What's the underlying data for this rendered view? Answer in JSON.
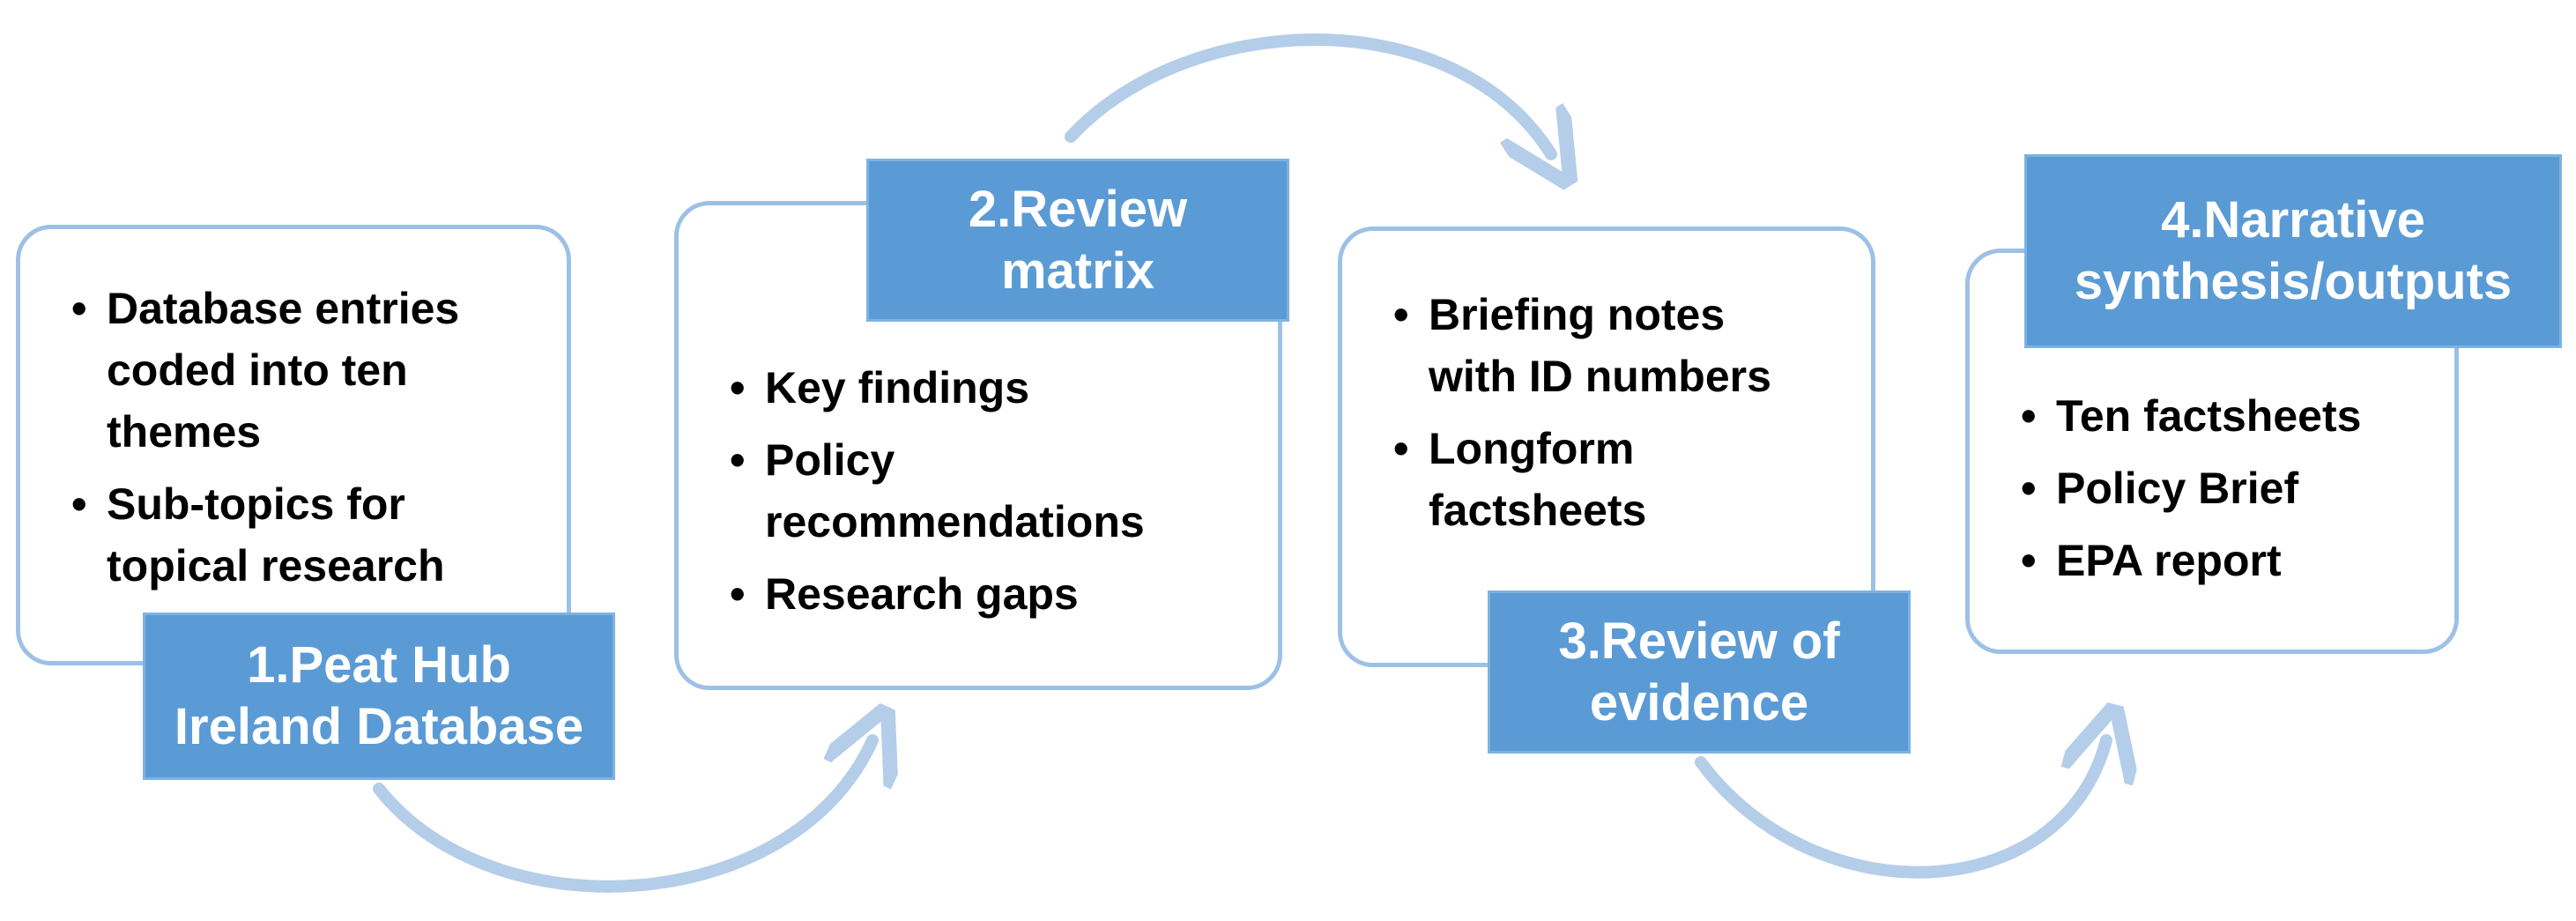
{
  "steps": [
    {
      "label": [
        "1.Peat Hub",
        "Ireland Database"
      ],
      "items": [
        [
          "Database entries",
          "coded into ten",
          "themes"
        ],
        [
          "Sub-topics for",
          "topical research"
        ]
      ]
    },
    {
      "label": [
        "2.Review",
        "matrix"
      ],
      "items": [
        [
          "Key findings"
        ],
        [
          "Policy",
          "recommendations"
        ],
        [
          "Research gaps"
        ]
      ]
    },
    {
      "label": [
        "3.Review of",
        "evidence"
      ],
      "items": [
        [
          "Briefing notes",
          "with ID numbers"
        ],
        [
          "Longform",
          "factsheets"
        ]
      ]
    },
    {
      "label": [
        "4.Narrative",
        "synthesis/outputs"
      ],
      "items": [
        [
          "Ten factsheets"
        ],
        [
          "Policy Brief"
        ],
        [
          "EPA report"
        ]
      ]
    }
  ],
  "colors": {
    "label_fill": "#5b9bd5",
    "card_border": "#9dc0e6",
    "arrow": "#b4cde9"
  }
}
